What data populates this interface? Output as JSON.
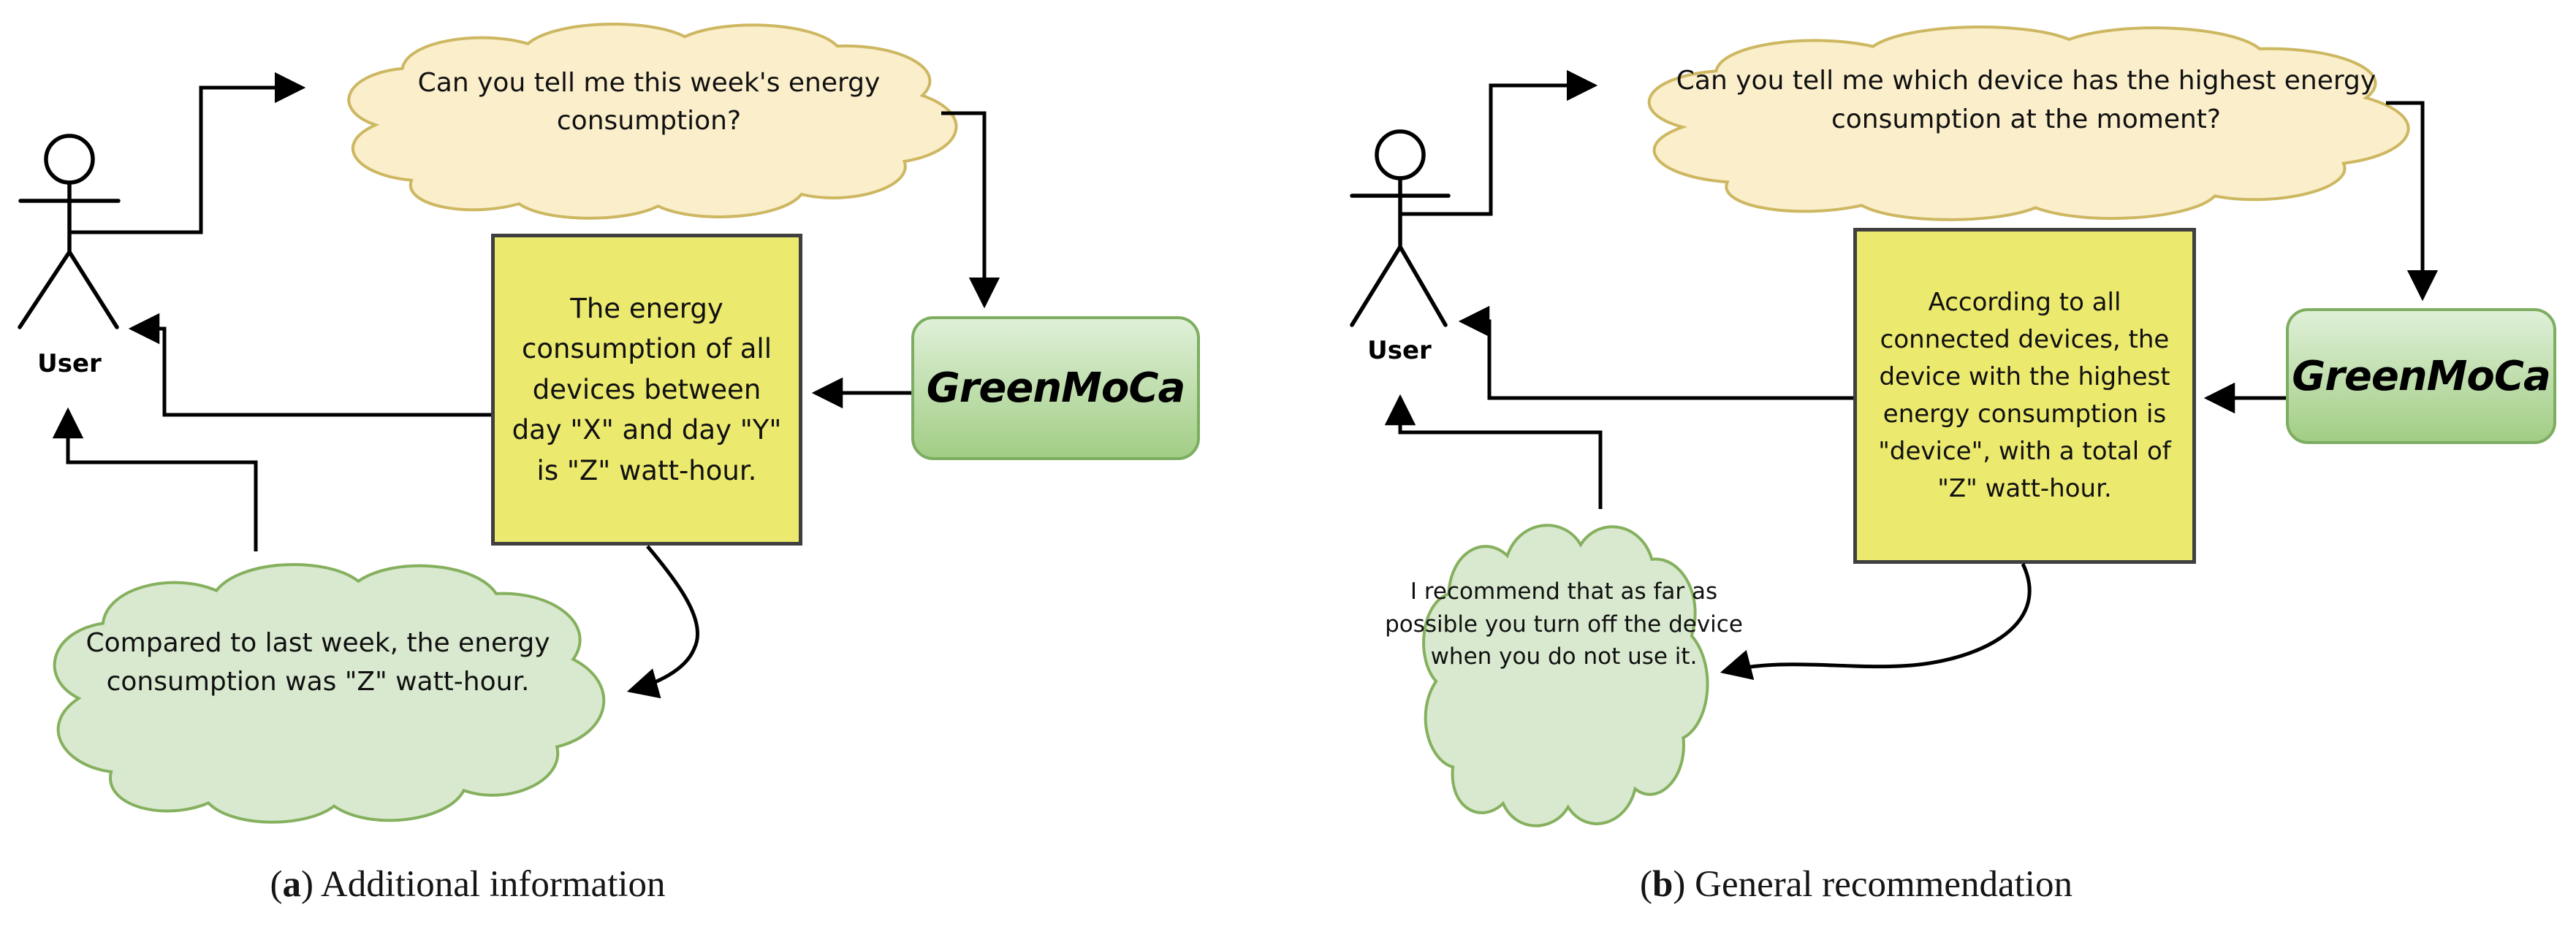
{
  "colors": {
    "cloud_question_fill": "#FAEECB",
    "cloud_question_stroke": "#CDB761",
    "cloud_recommend_fill": "#D8E9CF",
    "cloud_recommend_stroke": "#85B05E",
    "note_fill": "#EBE96E",
    "note_stroke": "#3F3F3F",
    "system_fill_top": "#DFF0D8",
    "system_fill_bottom": "#A2CD85",
    "system_stroke": "#7DAD60",
    "line_color": "#000000"
  },
  "panels": [
    {
      "user_label": "User",
      "question": "Can you tell me this week's energy consumption?",
      "system_label": "GreenMoCa",
      "response": "The energy consumption of all devices between day \"X\" and day \"Y\" is \"Z\" watt-hour.",
      "recommendation": "Compared to last week, the energy consumption was \"Z\" watt-hour.",
      "caption": {
        "prefix": "(",
        "letter": "a",
        "rest": ") Additional information"
      }
    },
    {
      "user_label": "User",
      "question": "Can you tell me which device has the highest energy consumption at the moment?",
      "system_label": "GreenMoCa",
      "response": "According to all connected devices, the device with the highest energy consumption is \"device\", with a total of \"Z\" watt-hour.",
      "recommendation": "I recommend that as far as possible you turn off the device when you do not use it.",
      "caption": {
        "prefix": "(",
        "letter": "b",
        "rest": ") General recommendation"
      }
    }
  ]
}
